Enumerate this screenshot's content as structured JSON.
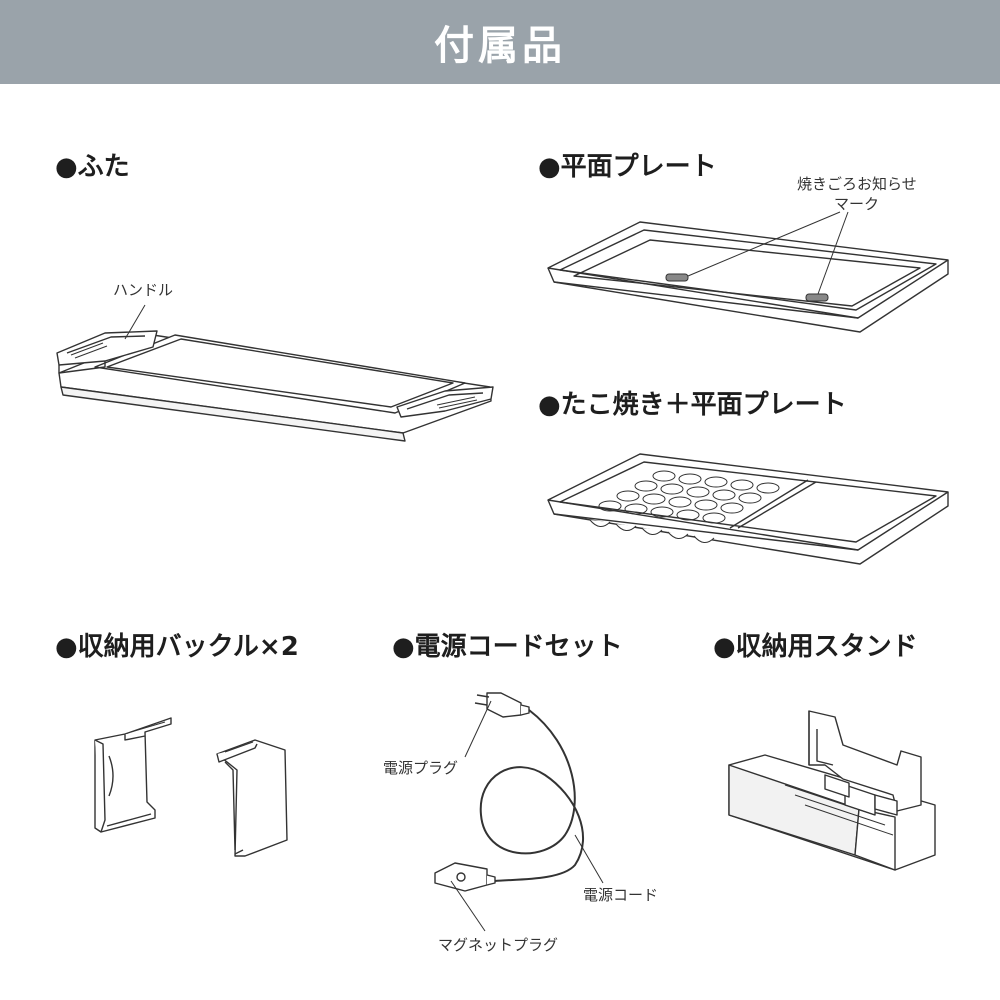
{
  "header": {
    "title": "付属品"
  },
  "sections": {
    "lid": {
      "title": "●ふた",
      "handle_label": "ハンドル"
    },
    "flat_plate": {
      "title": "●平面プレート",
      "mark_label_line1": "焼きごろお知らせ",
      "mark_label_line2": "マーク"
    },
    "takoyaki_plate": {
      "title": "●たこ焼き＋平面プレート"
    },
    "buckle": {
      "title": "●収納用バックル×2"
    },
    "cord_set": {
      "title": "●電源コードセット",
      "power_plug_label": "電源プラグ",
      "power_cord_label": "電源コード",
      "magnet_plug_label": "マグネットプラグ"
    },
    "stand": {
      "title": "●収納用スタンド"
    }
  },
  "colors": {
    "header_bg": "#9aa3aa",
    "header_text": "#ffffff",
    "line_art": "#333333"
  }
}
